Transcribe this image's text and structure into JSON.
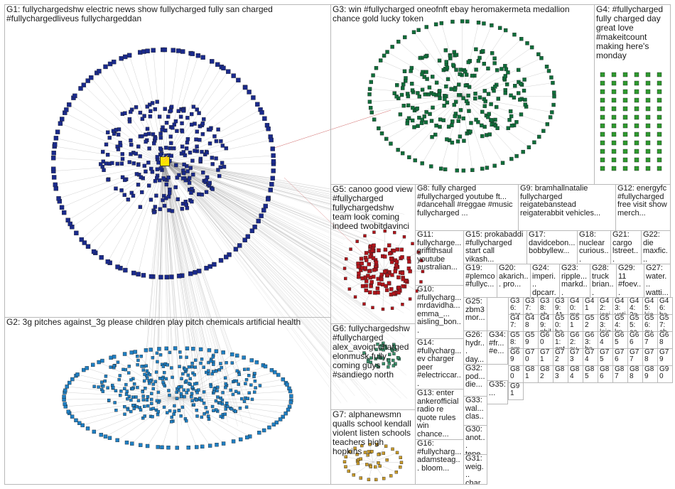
{
  "groups": [
    {
      "id": "G1",
      "label": "G1: fullychargedshw electric news show fullycharged fully san charged #fullychargedliveus fullychargeddan",
      "color": "#1a2a8c"
    },
    {
      "id": "G2",
      "label": "G2: 3g pitches against_3g please children play pitch chemicals artificial health",
      "color": "#1e7fc4"
    },
    {
      "id": "G3",
      "label": "G3: win #fullycharged oneofnft ebay heromakermeta medallion chance gold lucky token",
      "color": "#0f6e3a"
    },
    {
      "id": "G4",
      "label": "G4: #fullycharged fully charged day great love #makeitcount making here's monday",
      "color": "#2e9a2e"
    },
    {
      "id": "G5",
      "label": "G5: canoo good view #fullycharged fullychargedshw team look coming indeed twobitdavinci",
      "color": "#b0141a"
    },
    {
      "id": "G6",
      "label": "G6: fullychargedshw #fullycharged alex_avoigt charged elonmusk fully coming guys #sandiego north",
      "color": "#3a8f6a"
    },
    {
      "id": "G7",
      "label": "G7: alphanewsmn qualls school kendall violent listen schools teachers high hopkins",
      "color": "#c89a2a"
    },
    {
      "id": "G8",
      "label": "G8: fully charged #fullycharged youtube ft... #dancehall #reggae #music fullycharged ...",
      "color": "#9acd32"
    },
    {
      "id": "G9",
      "label": "G9: bramhallnatalie fullycharged reigatebanstead reigaterabbit vehicles...",
      "color": "#c0508a"
    },
    {
      "id": "G10",
      "label": "G10: #fullycharg... mrdavidha... emma_... aisling_bon...",
      "color": "#7a5a2a"
    },
    {
      "id": "G11",
      "label": "G11: fullycharge... griffithsaul youtube australian...",
      "color": "#2a6a9a"
    },
    {
      "id": "G12",
      "label": "G12: energyfc #fullycharged free visit show merch...",
      "color": "#6a6a6a"
    },
    {
      "id": "G13",
      "label": "G13: enter ankerofficial radio re quote rules win chance...",
      "color": "#3a7a3a"
    },
    {
      "id": "G14",
      "label": "G14: #fullycharg... ev charger peer #electriccar...",
      "color": "#4a8a4a"
    },
    {
      "id": "G15",
      "label": "G15: prokabaddi #fullycharged start call vikash...",
      "color": "#7a3a1a"
    },
    {
      "id": "G16",
      "label": "G16: #fullycharg... adamsteag... bloom...",
      "color": "#2a8a5a"
    },
    {
      "id": "G17",
      "label": "G17: davidcebon... bobbyllew...",
      "color": "#8a2a2a"
    },
    {
      "id": "G18",
      "label": "G18: nuclear curious...",
      "color": "#5a5a8a"
    },
    {
      "id": "G19",
      "label": "G19: #plemco #fullyc...",
      "color": "#2a5a8a"
    },
    {
      "id": "G20",
      "label": "G20: akarich... pro...",
      "color": "#8a7a2a"
    },
    {
      "id": "G21",
      "label": "G21: cargo lstreet...",
      "color": "#5a2a6a"
    },
    {
      "id": "G22",
      "label": "G22: die maxfic...",
      "color": "#2a6a2a"
    },
    {
      "id": "G23",
      "label": "G23: ripple... markd...",
      "color": "#6a2a2a"
    },
    {
      "id": "G24",
      "label": "G24: imperi... dpcarr...",
      "color": "#2a2a6a"
    },
    {
      "id": "G25",
      "label": "G25: zbm3 mor...",
      "color": "#4a6a2a"
    },
    {
      "id": "G26",
      "label": "G26: hydr... day...",
      "color": "#6a4a2a"
    },
    {
      "id": "G27",
      "label": "G27: water... watti...",
      "color": "#2a6a6a"
    },
    {
      "id": "G28",
      "label": "G28: truck brian...",
      "color": "#6a6a2a"
    },
    {
      "id": "G29",
      "label": "G29: 11 #foev...",
      "color": "#2a4a6a"
    },
    {
      "id": "G30",
      "label": "G30: anot... tepe...",
      "color": "#6a2a4a"
    },
    {
      "id": "G31",
      "label": "G31: weig... char...",
      "color": "#4a2a6a"
    },
    {
      "id": "G32",
      "label": "G32: pod... die...",
      "color": "#2a6a4a"
    },
    {
      "id": "G33",
      "label": "G33: wal... clas...",
      "color": "#6a4a6a"
    },
    {
      "id": "G34",
      "label": "G34: #fr... #e...",
      "color": "#4a6a6a"
    },
    {
      "id": "G35",
      "label": "G35: ...",
      "color": "#4a4a4a"
    }
  ],
  "small_groups": [
    "G36: ger...",
    "G37: aap...",
    "G38: chen...",
    "G39: 414...",
    "G40: mojo...",
    "G41",
    "G42: jasj...",
    "G43: voti...",
    "G44: 3g...",
    "G45: kia...",
    "G46: bew...",
    "G47: ...",
    "G48",
    "G49: phil...",
    "G50: hea...",
    "G51",
    "G52",
    "G53: leig...",
    "G54: kno...",
    "G55: ach...",
    "G56: ev...",
    "G57: cha...",
    "G58: emi...",
    "G59",
    "G60",
    "G61: enti...",
    "G62: sup...",
    "G63: bee...",
    "G64",
    "G65",
    "G66",
    "G67",
    "G68",
    "G69",
    "G70",
    "G71",
    "G72",
    "G73",
    "G74",
    "G75",
    "G76",
    "G77",
    "G78",
    "G79",
    "G80",
    "G81",
    "G82",
    "G83",
    "G84",
    "G85",
    "G86",
    "G87",
    "G88",
    "G89",
    "G90",
    "G91"
  ]
}
